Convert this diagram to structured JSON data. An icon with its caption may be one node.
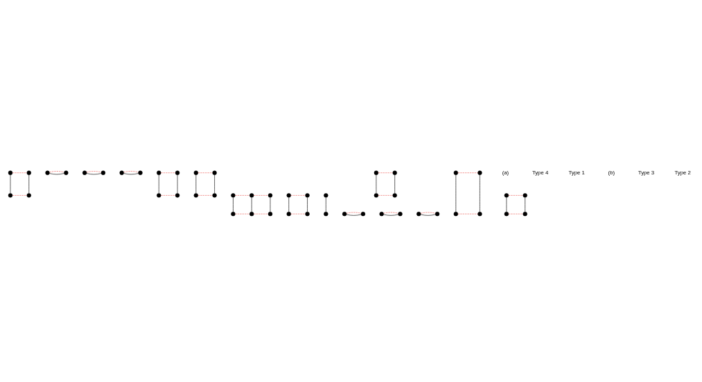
{
  "diagram": {
    "nodes": [
      {
        "text": [],
        "shape": "circle"
      },
      {
        "text": [],
        "shape": "circle"
      },
      {
        "text": [],
        "shape": "circle"
      },
      {
        "text": [],
        "shape": "circle"
      },
      {
        "text": [],
        "shape": "circle"
      },
      {
        "text": [],
        "shape": "circle"
      },
      {
        "text": [],
        "shape": "circle"
      },
      {
        "text": [],
        "shape": "circle"
      },
      {
        "text": [],
        "shape": "circle"
      },
      {
        "text": [],
        "shape": "circle"
      },
      {
        "text": [],
        "shape": "circle"
      },
      {
        "text": [],
        "shape": "circle"
      },
      {
        "text": [],
        "shape": "circle"
      },
      {
        "text": [],
        "shape": "circle"
      },
      {
        "text": [],
        "shape": "circle"
      },
      {
        "text": [],
        "shape": "circle"
      },
      {
        "text": [],
        "shape": "circle"
      },
      {
        "text": [],
        "shape": "circle"
      },
      {
        "text": [],
        "shape": "circle"
      },
      {
        "text": [],
        "shape": "circle"
      },
      {
        "text": [],
        "shape": "circle"
      },
      {
        "text": [],
        "shape": "circle"
      },
      {
        "text": [],
        "shape": "circle"
      },
      {
        "text": [],
        "shape": "circle"
      },
      {
        "text": [],
        "shape": "circle"
      },
      {
        "text": [],
        "shape": "circle"
      },
      {
        "text": [],
        "shape": "circle"
      },
      {
        "text": [],
        "shape": "circle"
      },
      {
        "text": [],
        "shape": "circle"
      },
      {
        "text": [],
        "shape": "circle"
      },
      {
        "text": [],
        "shape": "circle"
      },
      {
        "text": [],
        "shape": "circle"
      },
      {
        "text": [],
        "shape": "circle"
      },
      {
        "text": [],
        "shape": "circle"
      },
      {
        "text": [],
        "shape": "circle"
      },
      {
        "text": [],
        "shape": "circle"
      },
      {
        "text": [],
        "shape": "circle"
      },
      {
        "text": [],
        "shape": "circle"
      },
      {
        "text": [],
        "shape": "circle"
      },
      {
        "text": [],
        "shape": "circle"
      },
      {
        "text": [],
        "shape": "circle"
      },
      {
        "text": [],
        "shape": "circle"
      },
      {
        "text": [],
        "shape": "circle"
      },
      {
        "text": [],
        "shape": "circle"
      },
      {
        "text": [],
        "shape": "circle"
      },
      {
        "text": [],
        "shape": "circle"
      },
      {
        "text": [],
        "shape": "circle"
      },
      {
        "text": [],
        "shape": "circle"
      }
    ],
    "edges": [
      {
        "from": 0,
        "to": 1,
        "arrow": "none",
        "style": "dashed",
        "color": "#e8322a"
      },
      {
        "from": 0,
        "to": 12,
        "arrow": "none",
        "color": "#000000"
      },
      {
        "from": 1,
        "to": 13,
        "arrow": "none",
        "color": "#000000"
      },
      {
        "from": 12,
        "to": 13,
        "arrow": "none",
        "style": "dashed",
        "color": "#e8322a"
      },
      {
        "from": 24,
        "to": 25,
        "arrow": "none",
        "color": "#000000"
      },
      {
        "from": 24,
        "to": 25,
        "arrow": "none",
        "style": "dashed",
        "color": "#e8322a"
      },
      {
        "from": 2,
        "to": 3,
        "arrow": "none",
        "color": "#000000"
      },
      {
        "from": 2,
        "to": 3,
        "arrow": "none",
        "style": "dashed",
        "color": "#e8322a"
      },
      {
        "from": 4,
        "to": 5,
        "arrow": "none",
        "color": "#000000"
      },
      {
        "from": 4,
        "to": 5,
        "arrow": "none",
        "style": "dashed",
        "color": "#e8322a"
      },
      {
        "from": 6,
        "to": 7,
        "arrow": "none",
        "color": "#000000"
      },
      {
        "from": 6,
        "to": 7,
        "arrow": "none",
        "style": "dashed",
        "color": "#e8322a"
      },
      {
        "from": 14,
        "to": 26,
        "arrow": "none",
        "color": "#000000"
      },
      {
        "from": 15,
        "to": 27,
        "arrow": "none",
        "color": "#000000"
      },
      {
        "from": 16,
        "to": 28,
        "arrow": "none",
        "color": "#000000"
      },
      {
        "from": 17,
        "to": 29,
        "arrow": "none",
        "color": "#000000"
      },
      {
        "from": 18,
        "to": 30,
        "arrow": "none",
        "color": "#000000"
      },
      {
        "from": 19,
        "to": 31,
        "arrow": "none",
        "color": "#000000"
      },
      {
        "from": 14,
        "to": 16,
        "arrow": "none",
        "style": "dashed",
        "color": "#e8322a"
      },
      {
        "from": 15,
        "to": 19,
        "arrow": "none",
        "style": "dashed",
        "color": "#e8322a"
      },
      {
        "from": 16,
        "to": 18,
        "arrow": "none",
        "style": "dashed",
        "color": "#e8322a"
      },
      {
        "from": 26,
        "to": 28,
        "arrow": "none",
        "style": "dashed",
        "color": "#e8322a"
      },
      {
        "from": 27,
        "to": 31,
        "arrow": "none",
        "style": "dashed",
        "color": "#e8322a"
      },
      {
        "from": 28,
        "to": 30,
        "arrow": "none",
        "style": "dashed",
        "color": "#e8322a"
      },
      {
        "from": 8,
        "to": 20,
        "arrow": "none",
        "color": "#000000"
      },
      {
        "from": 9,
        "to": 21,
        "arrow": "none",
        "color": "#000000"
      },
      {
        "from": 10,
        "to": 22,
        "arrow": "none",
        "color": "#000000"
      },
      {
        "from": 11,
        "to": 23,
        "arrow": "none",
        "color": "#000000"
      },
      {
        "from": 8,
        "to": 11,
        "arrow": "none",
        "style": "dashed",
        "color": "#e8322a"
      },
      {
        "from": 9,
        "to": 10,
        "arrow": "none",
        "style": "dashed",
        "color": "#e8322a"
      },
      {
        "from": 20,
        "to": 23,
        "arrow": "none",
        "style": "dashed",
        "color": "#e8322a"
      },
      {
        "from": 21,
        "to": 22,
        "arrow": "none",
        "style": "dashed",
        "color": "#e8322a"
      },
      {
        "from": 32,
        "to": 33,
        "arrow": "none",
        "color": "#000000"
      },
      {
        "from": 32,
        "to": 33,
        "arrow": "none",
        "style": "dashed",
        "color": "#e8322a"
      },
      {
        "from": 34,
        "to": 35,
        "arrow": "none",
        "color": "#000000"
      },
      {
        "from": 34,
        "to": 35,
        "arrow": "none",
        "style": "dashed",
        "color": "#e8322a"
      },
      {
        "from": 36,
        "to": 39,
        "arrow": "none",
        "style": "dashed",
        "color": "#e8322a"
      },
      {
        "from": 37,
        "to": 38,
        "arrow": "none",
        "style": "dashed",
        "color": "#e8322a"
      },
      {
        "from": 36,
        "to": 40,
        "arrow": "none",
        "color": "#000000"
      },
      {
        "from": 39,
        "to": 43,
        "arrow": "none",
        "color": "#000000"
      },
      {
        "from": 40,
        "to": 43,
        "arrow": "none",
        "style": "dashed",
        "color": "#e8322a"
      },
      {
        "from": 41,
        "to": 42,
        "arrow": "none",
        "style": "dashed",
        "color": "#e8322a"
      },
      {
        "from": 41,
        "to": 45,
        "arrow": "none",
        "color": "#000000"
      },
      {
        "from": 42,
        "to": 46,
        "arrow": "none",
        "color": "#000000"
      },
      {
        "from": 37,
        "to": 44,
        "arrow": "none",
        "color": "#000000"
      },
      {
        "from": 38,
        "to": 47,
        "arrow": "none",
        "color": "#000000"
      },
      {
        "from": 44,
        "to": 47,
        "arrow": "none",
        "style": "dashed",
        "color": "#e8322a"
      },
      {
        "from": 45,
        "to": 46,
        "arrow": "none",
        "style": "dashed",
        "color": "#e8322a"
      }
    ],
    "labels": [
      "(a)",
      "Type 4",
      "Type 1",
      "(b)",
      "Type 3",
      "Type 2"
    ]
  }
}
